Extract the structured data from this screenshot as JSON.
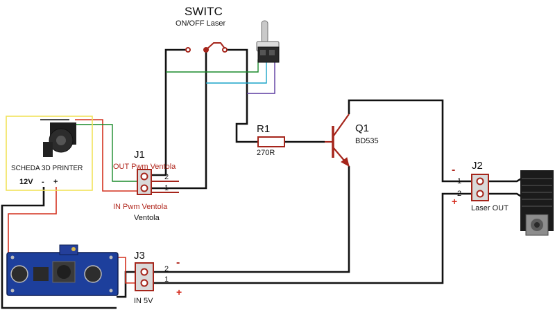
{
  "switch": {
    "title": "SWITC",
    "subtitle": "ON/OFF Laser"
  },
  "board": {
    "label": "SCHEDA 3D PRINTER",
    "voltage": "12V",
    "minus": "-",
    "plus": "+"
  },
  "j1": {
    "name": "J1",
    "out_label": "OUT Pwm Ventola",
    "in_label": "IN Pwm Ventola",
    "caption": "Ventola",
    "pin_top": "2",
    "pin_bottom": "1"
  },
  "r1": {
    "name": "R1",
    "value": "270R"
  },
  "q1": {
    "name": "Q1",
    "part": "BD535"
  },
  "j2": {
    "name": "J2",
    "caption": "Laser OUT",
    "pin_top": "1",
    "pin_bottom": "2",
    "minus": "-",
    "plus": "+"
  },
  "j3": {
    "name": "J3",
    "caption": "IN 5V",
    "pin_top": "2",
    "pin_bottom": "1",
    "minus": "-",
    "plus": "+"
  },
  "colors": {
    "wire_black": "#111111",
    "wire_red": "#d4311f",
    "wire_green": "#1a8a2a",
    "wire_cyan": "#1aa4c8",
    "wire_purple": "#5b3aa0",
    "component_red": "#a5251b",
    "board_outline": "#f2e35a"
  }
}
